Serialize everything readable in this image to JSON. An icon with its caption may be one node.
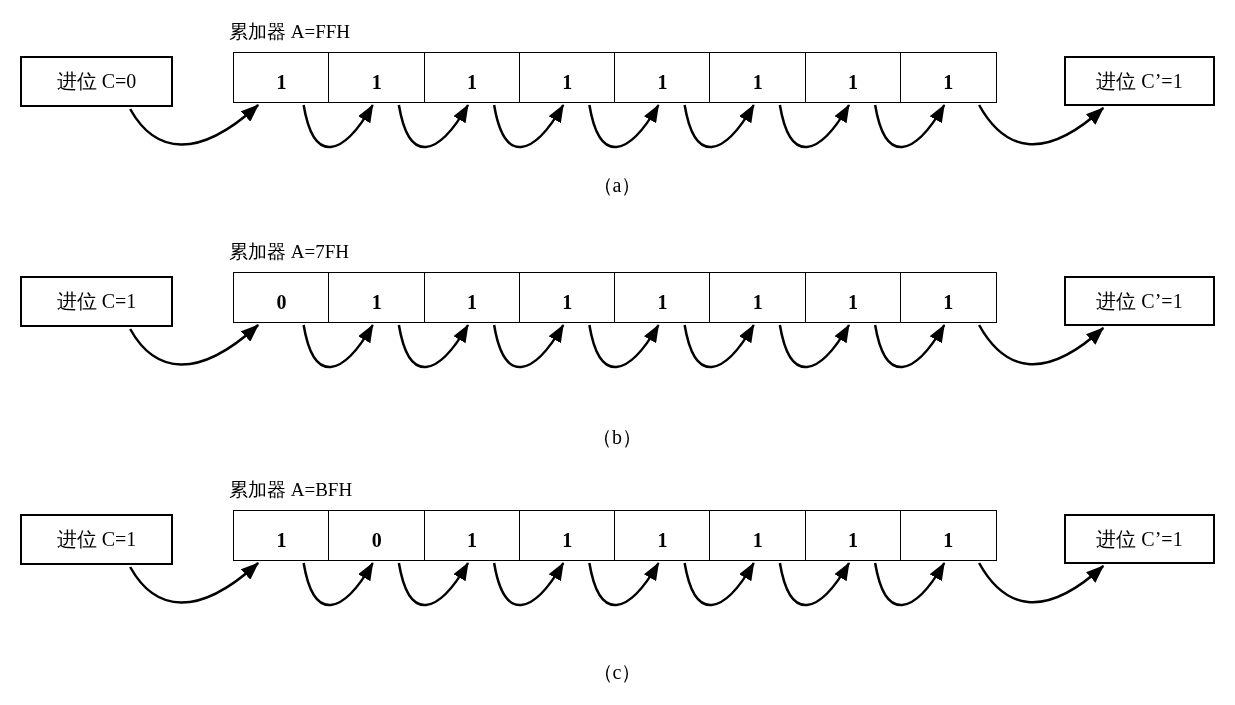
{
  "diagram": {
    "nodes": [
      {
        "text": [
          "进位 C=0"
        ]
      },
      {
        "text": [
          "累加器 A=FFH"
        ]
      },
      {
        "text": [
          "1"
        ],
        "in": 1
      },
      {
        "text": [
          "1"
        ],
        "in": 1
      },
      {
        "text": [
          "1"
        ],
        "in": 1
      },
      {
        "text": [
          "1"
        ],
        "in": 1
      },
      {
        "text": [
          "1"
        ],
        "in": 1
      },
      {
        "text": [
          "1"
        ],
        "in": 1
      },
      {
        "text": [
          "1"
        ],
        "in": 1
      },
      {
        "text": [
          "1"
        ],
        "in": 1
      },
      {
        "text": [
          "进位 C’=1"
        ]
      },
      {
        "text": [
          "进位 C=1"
        ]
      },
      {
        "text": [
          "累加器 A=7FH"
        ]
      },
      {
        "text": [
          "0"
        ],
        "in": 12
      },
      {
        "text": [
          "1"
        ],
        "in": 12
      },
      {
        "text": [
          "1"
        ],
        "in": 12
      },
      {
        "text": [
          "1"
        ],
        "in": 12
      },
      {
        "text": [
          "1"
        ],
        "in": 12
      },
      {
        "text": [
          "1"
        ],
        "in": 12
      },
      {
        "text": [
          "1"
        ],
        "in": 12
      },
      {
        "text": [
          "1"
        ],
        "in": 12
      },
      {
        "text": [
          "进位 C’=1"
        ]
      },
      {
        "text": [
          "进位 C=1"
        ]
      },
      {
        "text": [
          "累加器 A=BFH"
        ]
      },
      {
        "text": [
          "1"
        ],
        "in": 23
      },
      {
        "text": [
          "0"
        ],
        "in": 23
      },
      {
        "text": [
          "1"
        ],
        "in": 23
      },
      {
        "text": [
          "1"
        ],
        "in": 23
      },
      {
        "text": [
          "1"
        ],
        "in": 23
      },
      {
        "text": [
          "1"
        ],
        "in": 23
      },
      {
        "text": [
          "1"
        ],
        "in": 23
      },
      {
        "text": [
          "1"
        ],
        "in": 23
      },
      {
        "text": [
          "进位 C’=1"
        ]
      }
    ],
    "edges": [
      {
        "from": 0,
        "to": 2,
        "arrow": "to"
      },
      {
        "from": 2,
        "to": 3,
        "arrow": "to"
      },
      {
        "from": 3,
        "to": 4,
        "arrow": "to"
      },
      {
        "from": 4,
        "to": 5,
        "arrow": "to"
      },
      {
        "from": 5,
        "to": 6,
        "arrow": "to"
      },
      {
        "from": 6,
        "to": 7,
        "arrow": "to"
      },
      {
        "from": 7,
        "to": 8,
        "arrow": "to"
      },
      {
        "from": 8,
        "to": 9,
        "arrow": "to"
      },
      {
        "from": 9,
        "to": 10,
        "arrow": "to"
      },
      {
        "from": 11,
        "to": 13,
        "arrow": "to"
      },
      {
        "from": 13,
        "to": 14,
        "arrow": "to"
      },
      {
        "from": 14,
        "to": 15,
        "arrow": "to"
      },
      {
        "from": 15,
        "to": 16,
        "arrow": "to"
      },
      {
        "from": 16,
        "to": 17,
        "arrow": "to"
      },
      {
        "from": 17,
        "to": 18,
        "arrow": "to"
      },
      {
        "from": 18,
        "to": 19,
        "arrow": "to"
      },
      {
        "from": 19,
        "to": 20,
        "arrow": "to"
      },
      {
        "from": 20,
        "to": 21,
        "arrow": "to"
      },
      {
        "from": 22,
        "to": 24,
        "arrow": "to"
      },
      {
        "from": 24,
        "to": 25,
        "arrow": "to"
      },
      {
        "from": 25,
        "to": 26,
        "arrow": "to"
      },
      {
        "from": 26,
        "to": 27,
        "arrow": "to"
      },
      {
        "from": 27,
        "to": 28,
        "arrow": "to"
      },
      {
        "from": 28,
        "to": 29,
        "arrow": "to"
      },
      {
        "from": 29,
        "to": 30,
        "arrow": "to"
      },
      {
        "from": 30,
        "to": 31,
        "arrow": "to"
      },
      {
        "from": 31,
        "to": 32,
        "arrow": "to"
      }
    ],
    "labels": [
      "（a）",
      "（b）",
      "（c）"
    ]
  }
}
